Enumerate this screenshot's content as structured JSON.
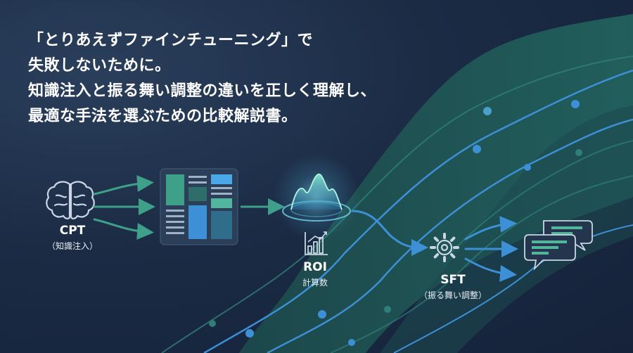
{
  "headline": {
    "line1": "「とりあえずファインチューニング」で",
    "line2": "失敗しないために。",
    "line3": "知識注入と振る舞い調整の違いを正しく理解し、",
    "line4": "最適な手法を選ぶための比較解説書。"
  },
  "nodes": {
    "cpt": {
      "label": "CPT",
      "sublabel": "（知識注入）",
      "icon": "brain-icon"
    },
    "document": {
      "icon": "document-layout-icon"
    },
    "roi": {
      "label": "ROI",
      "sublabel": "計算数",
      "icon": "bar-chart-icon"
    },
    "sft": {
      "label": "SFT",
      "sublabel": "（振る舞い調整）",
      "icon": "gear-icon"
    },
    "chat": {
      "icon": "chat-bubbles-icon"
    }
  },
  "colors": {
    "background": "#1b2b44",
    "wave": "#1f5a55",
    "teal": "#3fa08a",
    "blue": "#3d8fd6",
    "icon": "#c9d6e3"
  }
}
